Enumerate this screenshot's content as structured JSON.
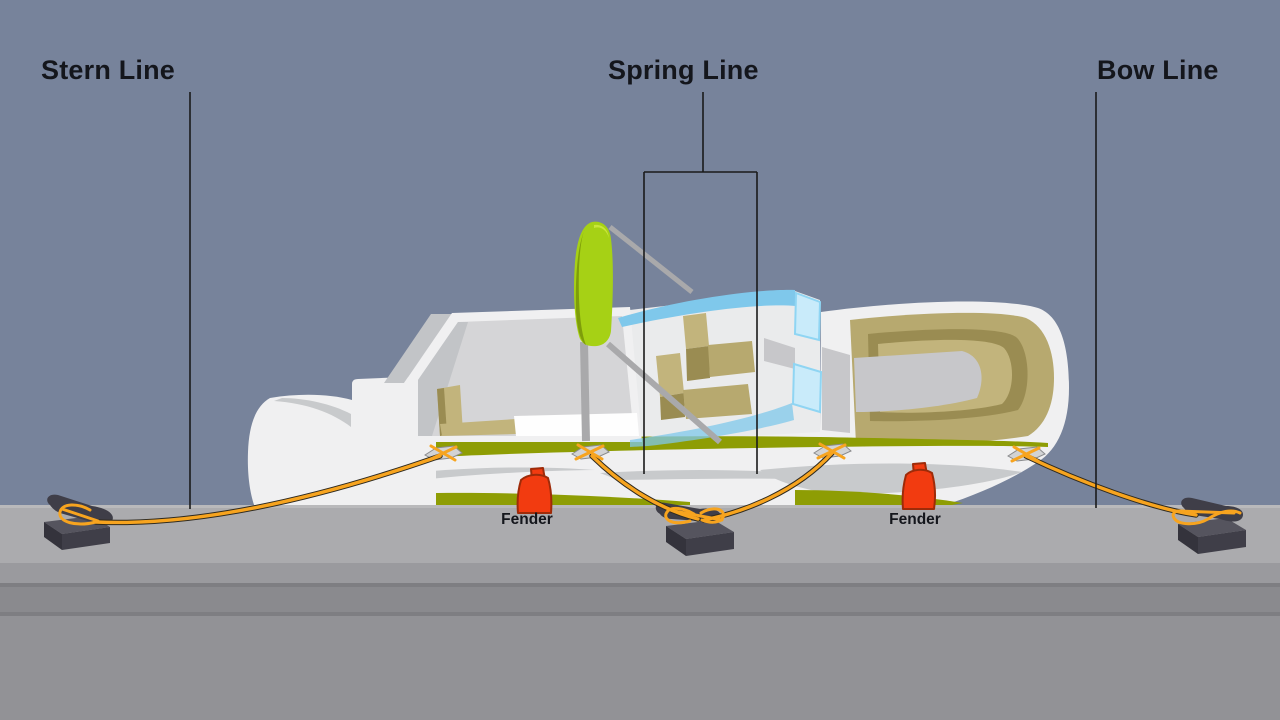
{
  "scene": {
    "annotations": {
      "stern_line": "Stern Line",
      "spring_line": "Spring Line",
      "bow_line": "Bow Line"
    },
    "fender_labels": {
      "left": "Fender",
      "right": "Fender"
    },
    "colors": {
      "sky": "#77839B",
      "label_text": "#14161C",
      "annotation_line": "#1A1A1A",
      "dock_top": "#ABABAE",
      "dock_band_mid": "#9A9A9E",
      "dock_band_dark": "#8A8A8E",
      "dock_edge_line": "#7E7E82",
      "dock_base": "#929296",
      "hull_white": "#F0F0F1",
      "hull_shadow": "#C8CACC",
      "stripe_olive": "#8E9D04",
      "seat_tan": "#C2B47C",
      "seat_tan_mid": "#B7A96F",
      "seat_tan_dark": "#9A8C52",
      "windshield_blue": "#7FC8EB",
      "windshield_pane": "#C9EBFA",
      "windshield_pane_edge": "#8FD5F3",
      "tower_green": "#A6D115",
      "tower_green_dark": "#7E9D0A",
      "pole_gray": "#A9A9AB",
      "rope_orange": "#F7A41F",
      "rope_outline": "#2F2A1F",
      "cleat_dark": "#3F3E48",
      "fender_red": "#F23B10",
      "fender_outline": "#9E2B09"
    }
  }
}
